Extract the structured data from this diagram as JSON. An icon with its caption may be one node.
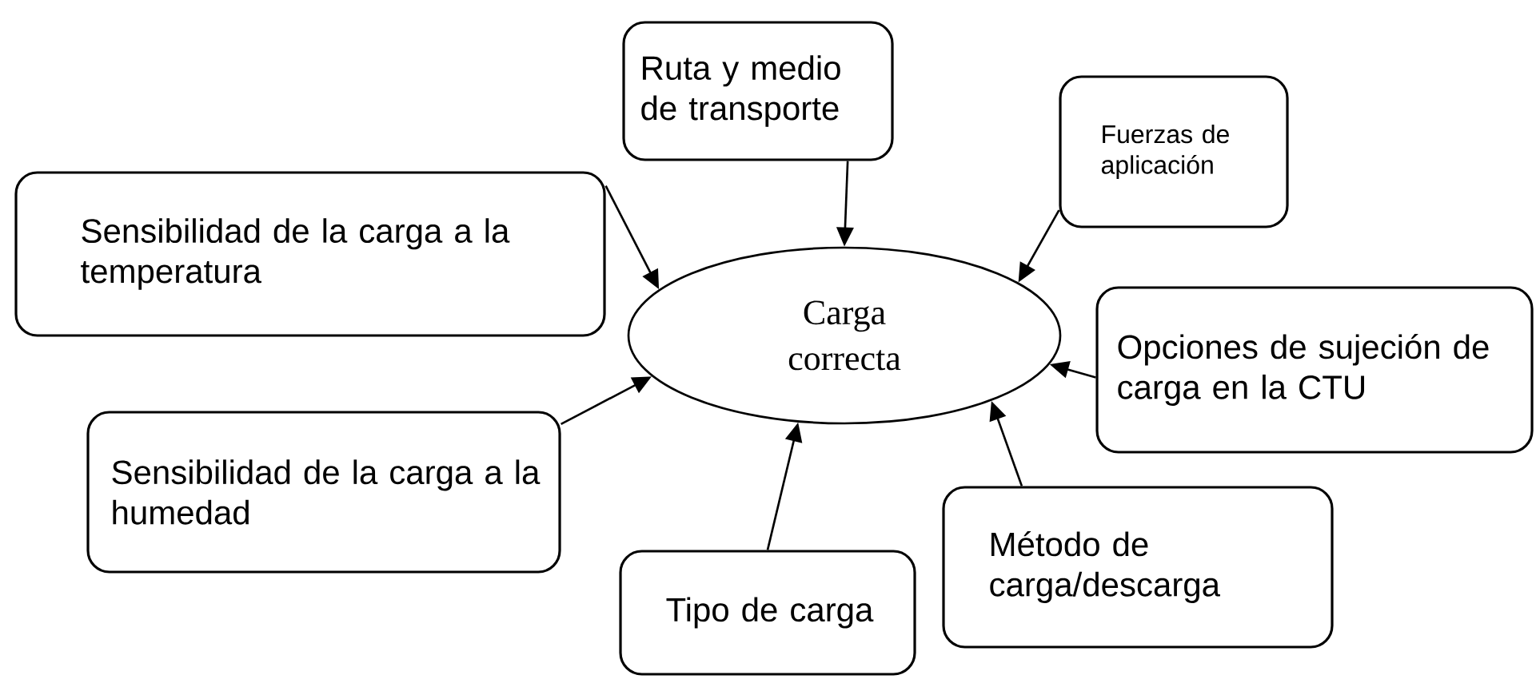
{
  "diagram": {
    "nodes": [
      {
        "text": [
          "Carga correcta"
        ]
      },
      {
        "text": [
          "Ruta y medio de transporte"
        ]
      },
      {
        "text": [
          "Fuerzas de aplicación"
        ]
      },
      {
        "text": [
          "Sensibilidad de la carga a la temperatura"
        ]
      },
      {
        "text": [
          "Opciones de sujeción de carga en la CTU"
        ]
      },
      {
        "text": [
          "Sensibilidad de la carga a la humedad"
        ]
      },
      {
        "text": [
          "Método de carga/descarga"
        ]
      },
      {
        "text": [
          "Tipo de carga"
        ]
      }
    ],
    "edges": [
      {
        "from": 1,
        "to": 0,
        "arrow": "to"
      },
      {
        "from": 2,
        "to": 0,
        "arrow": "to"
      },
      {
        "from": 3,
        "to": 0,
        "arrow": "to"
      },
      {
        "from": 4,
        "to": 0,
        "arrow": "to"
      },
      {
        "from": 5,
        "to": 0,
        "arrow": "to"
      },
      {
        "from": 6,
        "to": 0,
        "arrow": "to"
      },
      {
        "from": 7,
        "to": 0,
        "arrow": "to"
      }
    ]
  }
}
